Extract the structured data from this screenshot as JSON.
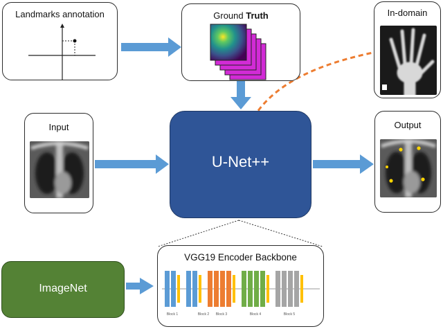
{
  "landmarks": {
    "title": "Landmarks annotation"
  },
  "ground_truth": {
    "title": "Ground ",
    "title_bold": "Truth"
  },
  "in_domain": {
    "title": "In-domain"
  },
  "input": {
    "title": "Input"
  },
  "output": {
    "title": "Output"
  },
  "model": {
    "label": "U-Net++"
  },
  "pretrain": {
    "label": "ImageNet"
  },
  "backbone": {
    "title": "VGG19 Encoder Backbone",
    "blocks": [
      "Block 1",
      "Block 2",
      "Block 3",
      "Block 4",
      "Block 5"
    ]
  },
  "colors": {
    "unet": "#2f5597",
    "imagenet": "#548235",
    "arrow": "#5b9bd5",
    "transfer": "#ed7d31",
    "block1": "#5b9bd5",
    "block2": "#ed7d31",
    "block3": "#70ad47",
    "block4": "#a5a5a5",
    "block5": "#a5a5a5",
    "pool": "#ffc000"
  }
}
